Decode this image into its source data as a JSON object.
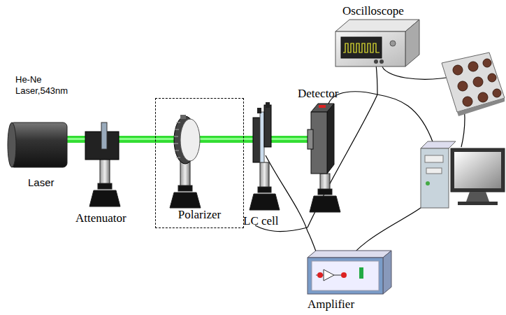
{
  "diagram": {
    "nodes": [
      {
        "text": [
          "Polarizer"
        ]
      }
    ],
    "labels": [
      "He-Ne Laser,543nm",
      "Laser",
      "Attenuator",
      "LC cell",
      "Detector",
      "Oscilloscope",
      "Amplifier"
    ]
  }
}
